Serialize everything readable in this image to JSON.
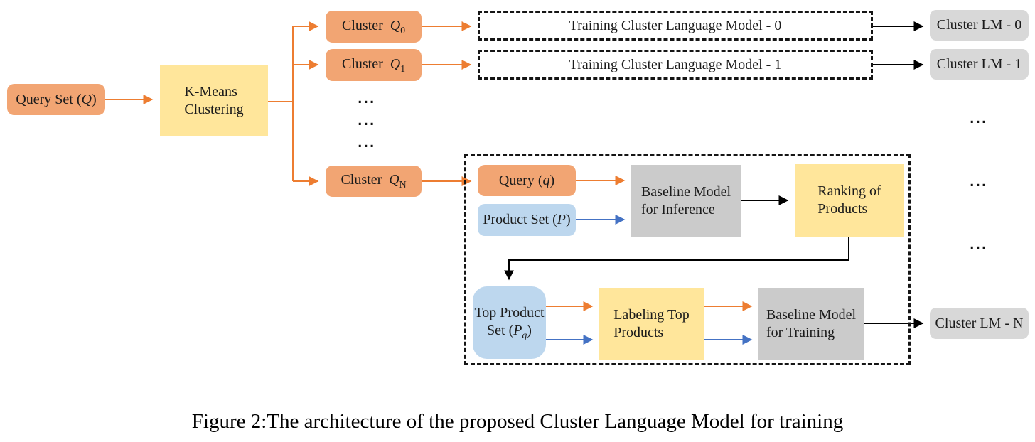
{
  "colors": {
    "orange_fill": "#F2A573",
    "yellow_fill": "#FFE69B",
    "blue_fill": "#BDD7EE",
    "gray_fill": "#CBCBCB",
    "gray_lm_fill": "#D8D8D8",
    "orange_arrow": "#ED7D31",
    "blue_arrow": "#4472C4",
    "black_arrow": "#000000",
    "dashed_border": "#151515"
  },
  "ellipsis": "...",
  "nodes": {
    "query_set": {
      "pre": "Query Set (",
      "var": "Q",
      "post": ")"
    },
    "kmeans": {
      "lines": [
        "K-Means",
        "Clustering"
      ]
    },
    "cluster_0": {
      "label": "Cluster",
      "var": "Q",
      "sub": "0"
    },
    "cluster_1": {
      "label": "Cluster",
      "var": "Q",
      "sub": "1"
    },
    "cluster_n": {
      "label": "Cluster",
      "var": "Q",
      "sub": "N"
    },
    "training_lm_0": {
      "label": "Training Cluster Language Model - 0"
    },
    "training_lm_1": {
      "label": "Training Cluster Language Model - 1"
    },
    "cluster_lm_0": {
      "label": "Cluster LM - 0"
    },
    "cluster_lm_1": {
      "label": "Cluster LM - 1"
    },
    "cluster_lm_n": {
      "label": "Cluster LM - N"
    },
    "query_q": {
      "pre": "Query (",
      "var": "q",
      "post": ")"
    },
    "product_set": {
      "pre": "Product Set (",
      "var": "P",
      "post": ")"
    },
    "baseline_inference": {
      "lines": [
        "Baseline Model",
        "for Inference"
      ]
    },
    "ranking": {
      "lines": [
        "Ranking of",
        "Products"
      ]
    },
    "top_product_set": {
      "line1": "Top Product",
      "pre": "Set (",
      "var": "P",
      "sub": "q",
      "post": ")"
    },
    "labeling": {
      "lines": [
        "Labeling Top",
        "Products"
      ]
    },
    "baseline_training": {
      "lines": [
        "Baseline Model",
        "for Training"
      ]
    }
  },
  "caption": "Figure 2:The architecture of the proposed Cluster Language Model for training"
}
